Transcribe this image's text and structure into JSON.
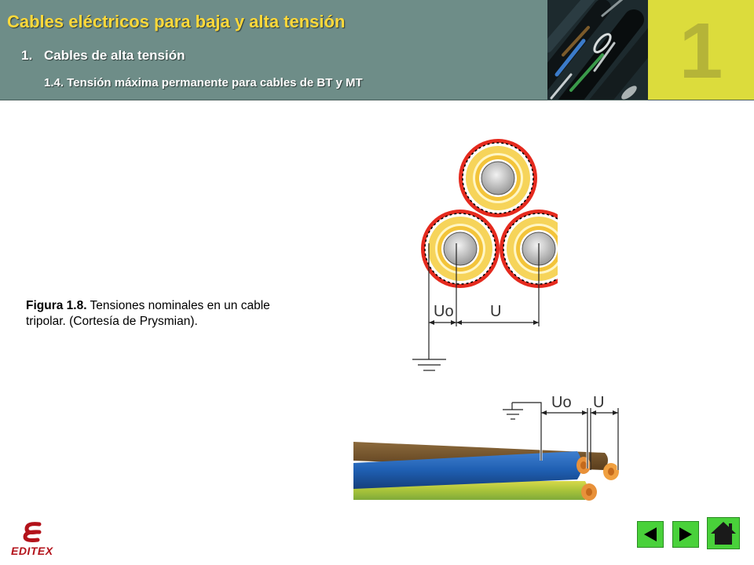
{
  "header": {
    "title": "Cables eléctricos para baja y alta tensión",
    "section_number": "1.",
    "section_title": "Cables de alta tensión",
    "subsection": "1.4. Tensión máxima permanente para cables de BT y MT",
    "chapter_number": "1"
  },
  "caption": {
    "label": "Figura 1.8.",
    "text": " Tensiones nominales en un cable tripolar. (Cortesía de Prysmian)."
  },
  "figure_top": {
    "label_uo": "Uo",
    "label_u": "U"
  },
  "figure_bottom": {
    "label_uo": "Uo",
    "label_u": "U"
  },
  "footer": {
    "logo_text": "EDITEX"
  },
  "nav": {
    "prev_icon": "triangle-left",
    "next_icon": "triangle-right",
    "home_icon": "house"
  },
  "colors": {
    "header_bg": "#6e8d88",
    "title_color": "#ffd93a",
    "chapter_bg": "#dcdc3c",
    "nav_green": "#49d13a",
    "logo_red": "#b3121a"
  }
}
